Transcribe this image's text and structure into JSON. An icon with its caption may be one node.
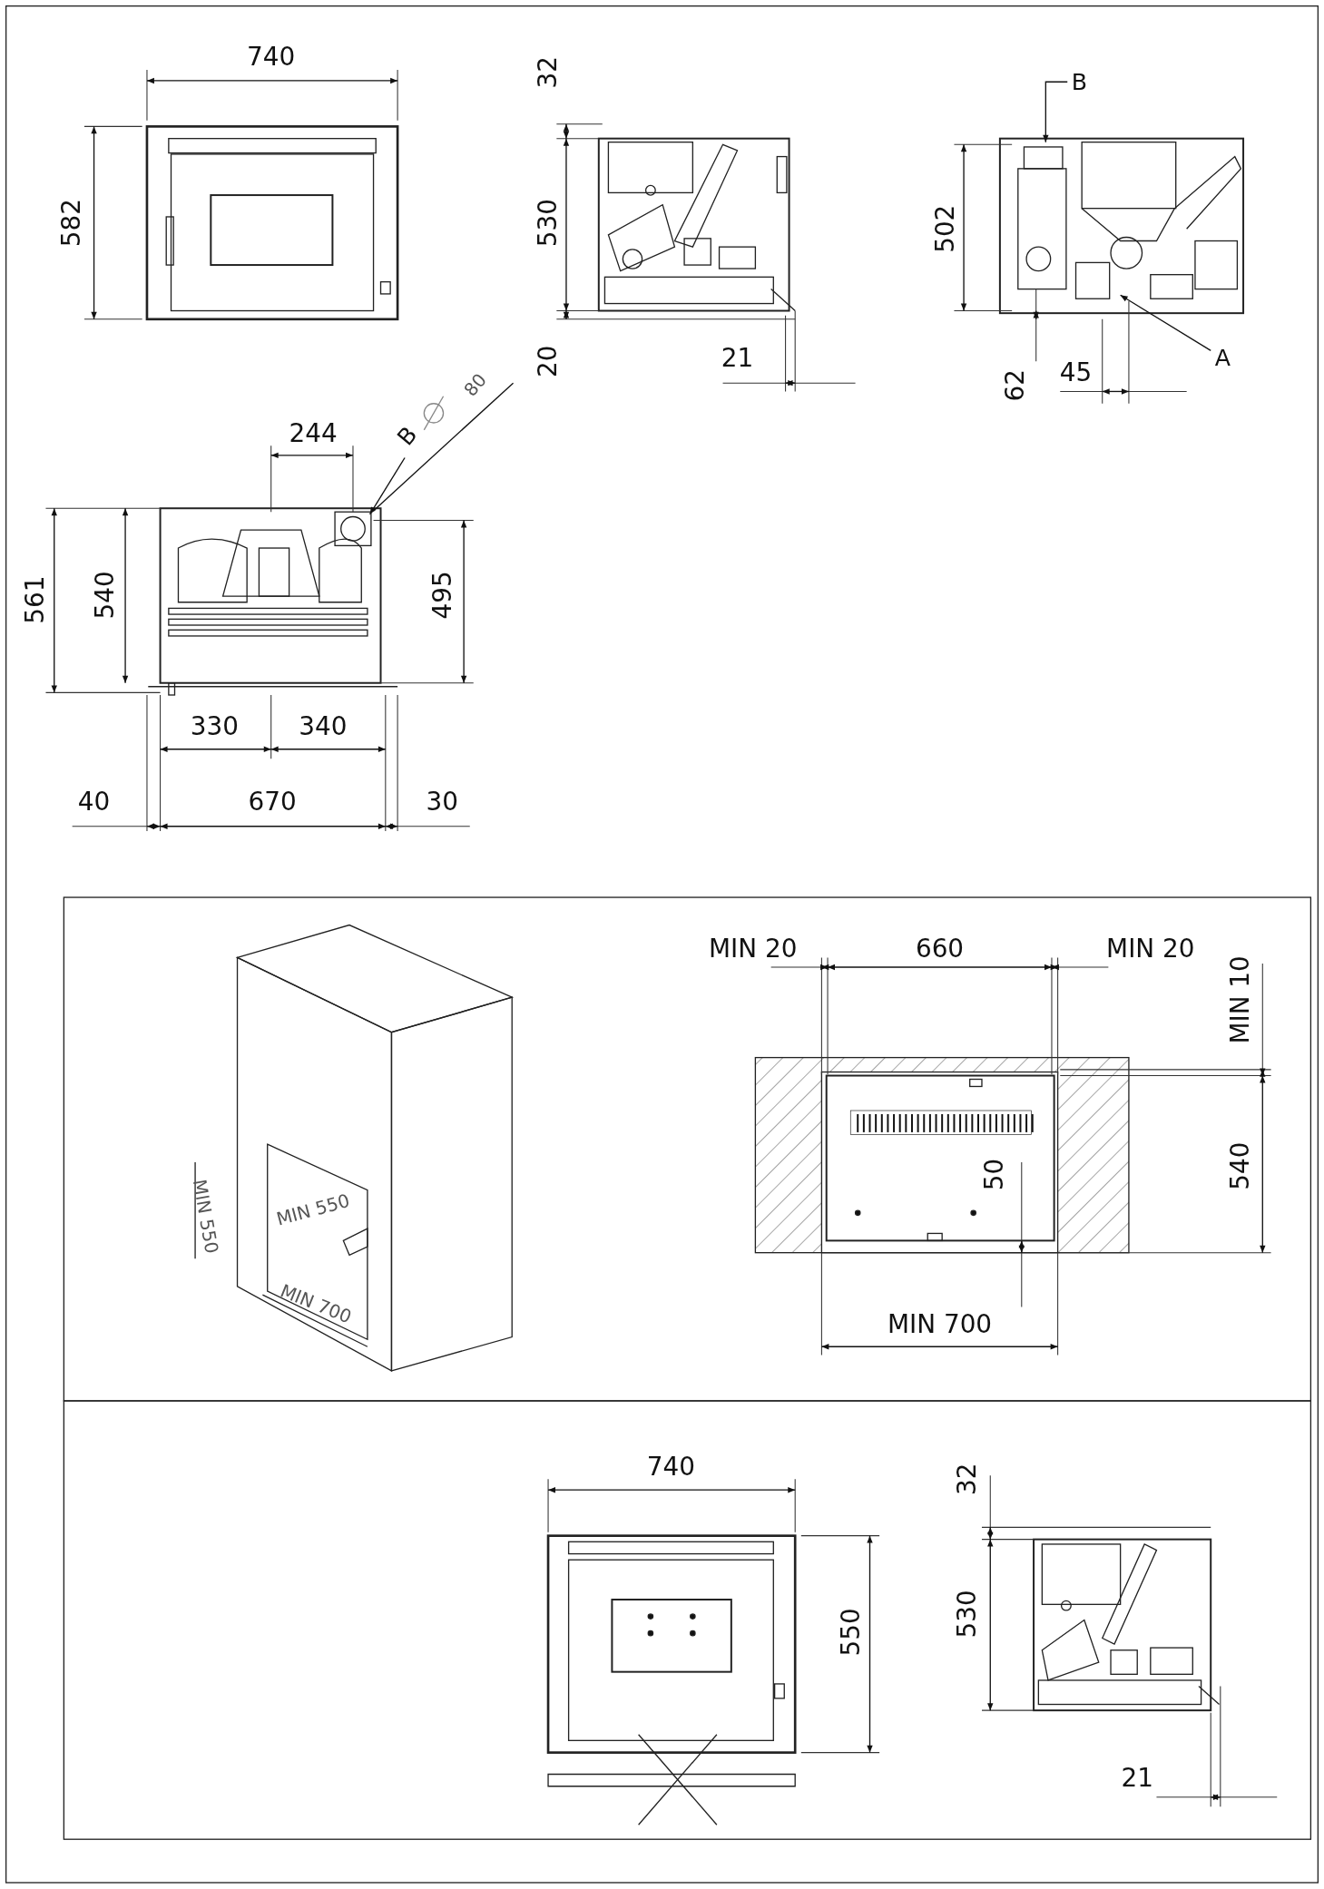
{
  "diagram": {
    "nodes": [
      {
        "text": [
          "B"
        ]
      },
      {
        "text": [
          "A"
        ]
      },
      {
        "text": [
          "B"
        ]
      }
    ],
    "edges": [
      {
        "from": 0,
        "to": null,
        "arrow": "to"
      },
      {
        "from": 1,
        "to": null,
        "arrow": "to"
      },
      {
        "from": 2,
        "to": null,
        "arrow": "to"
      }
    ],
    "labels": [
      "740",
      "32",
      "582",
      "530",
      "502",
      "20",
      "21",
      "62",
      "45",
      "80",
      "244",
      "561",
      "540",
      "495",
      "330",
      "340",
      "40",
      "670",
      "30",
      "MIN 20",
      "660",
      "MIN 20",
      "MIN 10",
      "MIN 550",
      "MIN 550",
      "540",
      "50",
      "MIN 700",
      "MIN 700",
      "740",
      "32",
      "550",
      "530",
      "21"
    ]
  }
}
